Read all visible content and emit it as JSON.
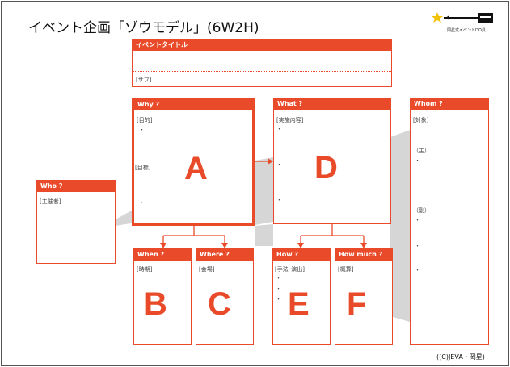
{
  "title": "イベント企画「ゾウモデル」(6W2H)",
  "logo": {
    "caption": "岡星式イベントDO具",
    "star_color": "#f2c200"
  },
  "event_title": {
    "header": "イベントタイトル",
    "sub_label": "[サブ]"
  },
  "boxes": {
    "why": {
      "header": "Why ?",
      "label1": "[目的]",
      "label2": "[目標]",
      "letter": "A"
    },
    "what": {
      "header": "What ?",
      "label1": "[実施内容]",
      "letter": "D"
    },
    "whom": {
      "header": "Whom ?",
      "label1": "[対象]",
      "label2": "（主）",
      "label3": "（副）"
    },
    "who": {
      "header": "Who ?",
      "label1": "[主催者]"
    },
    "when": {
      "header": "When ?",
      "label1": "[時期]",
      "letter": "B"
    },
    "where": {
      "header": "Where ?",
      "label1": "[会場]",
      "letter": "C"
    },
    "how": {
      "header": "How ?",
      "label1": "[手法･演出]",
      "letter": "E"
    },
    "howmuch": {
      "header": "How much ?",
      "label1": "[概算]",
      "letter": "F"
    }
  },
  "bullet": "・",
  "copyright": "((C)JEVA・岡星)",
  "colors": {
    "accent": "#e94b2a",
    "shape": "#d6d6d6"
  }
}
